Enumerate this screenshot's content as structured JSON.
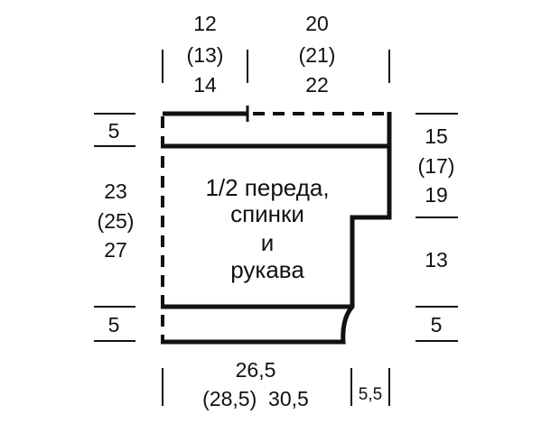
{
  "colors": {
    "ink": "#111111",
    "background": "#ffffff"
  },
  "diagram": {
    "title_lines": [
      "1/2 переда,",
      "спинки",
      "и",
      "рукава"
    ],
    "top_dims": {
      "left": [
        "12",
        "(13)",
        "14"
      ],
      "right": [
        "20",
        "(21)",
        "22"
      ]
    },
    "left_dims": {
      "top": [
        "5"
      ],
      "middle": [
        "23",
        "(25)",
        "27"
      ],
      "bottom": [
        "5"
      ]
    },
    "right_dims": {
      "top": [
        "15",
        "(17)",
        "19"
      ],
      "middle": [
        "13"
      ],
      "bottom": [
        "5"
      ]
    },
    "bottom_dims": {
      "width_lines": [
        "26,5",
        "(28,5)  30,5"
      ],
      "step": "5,5"
    }
  }
}
